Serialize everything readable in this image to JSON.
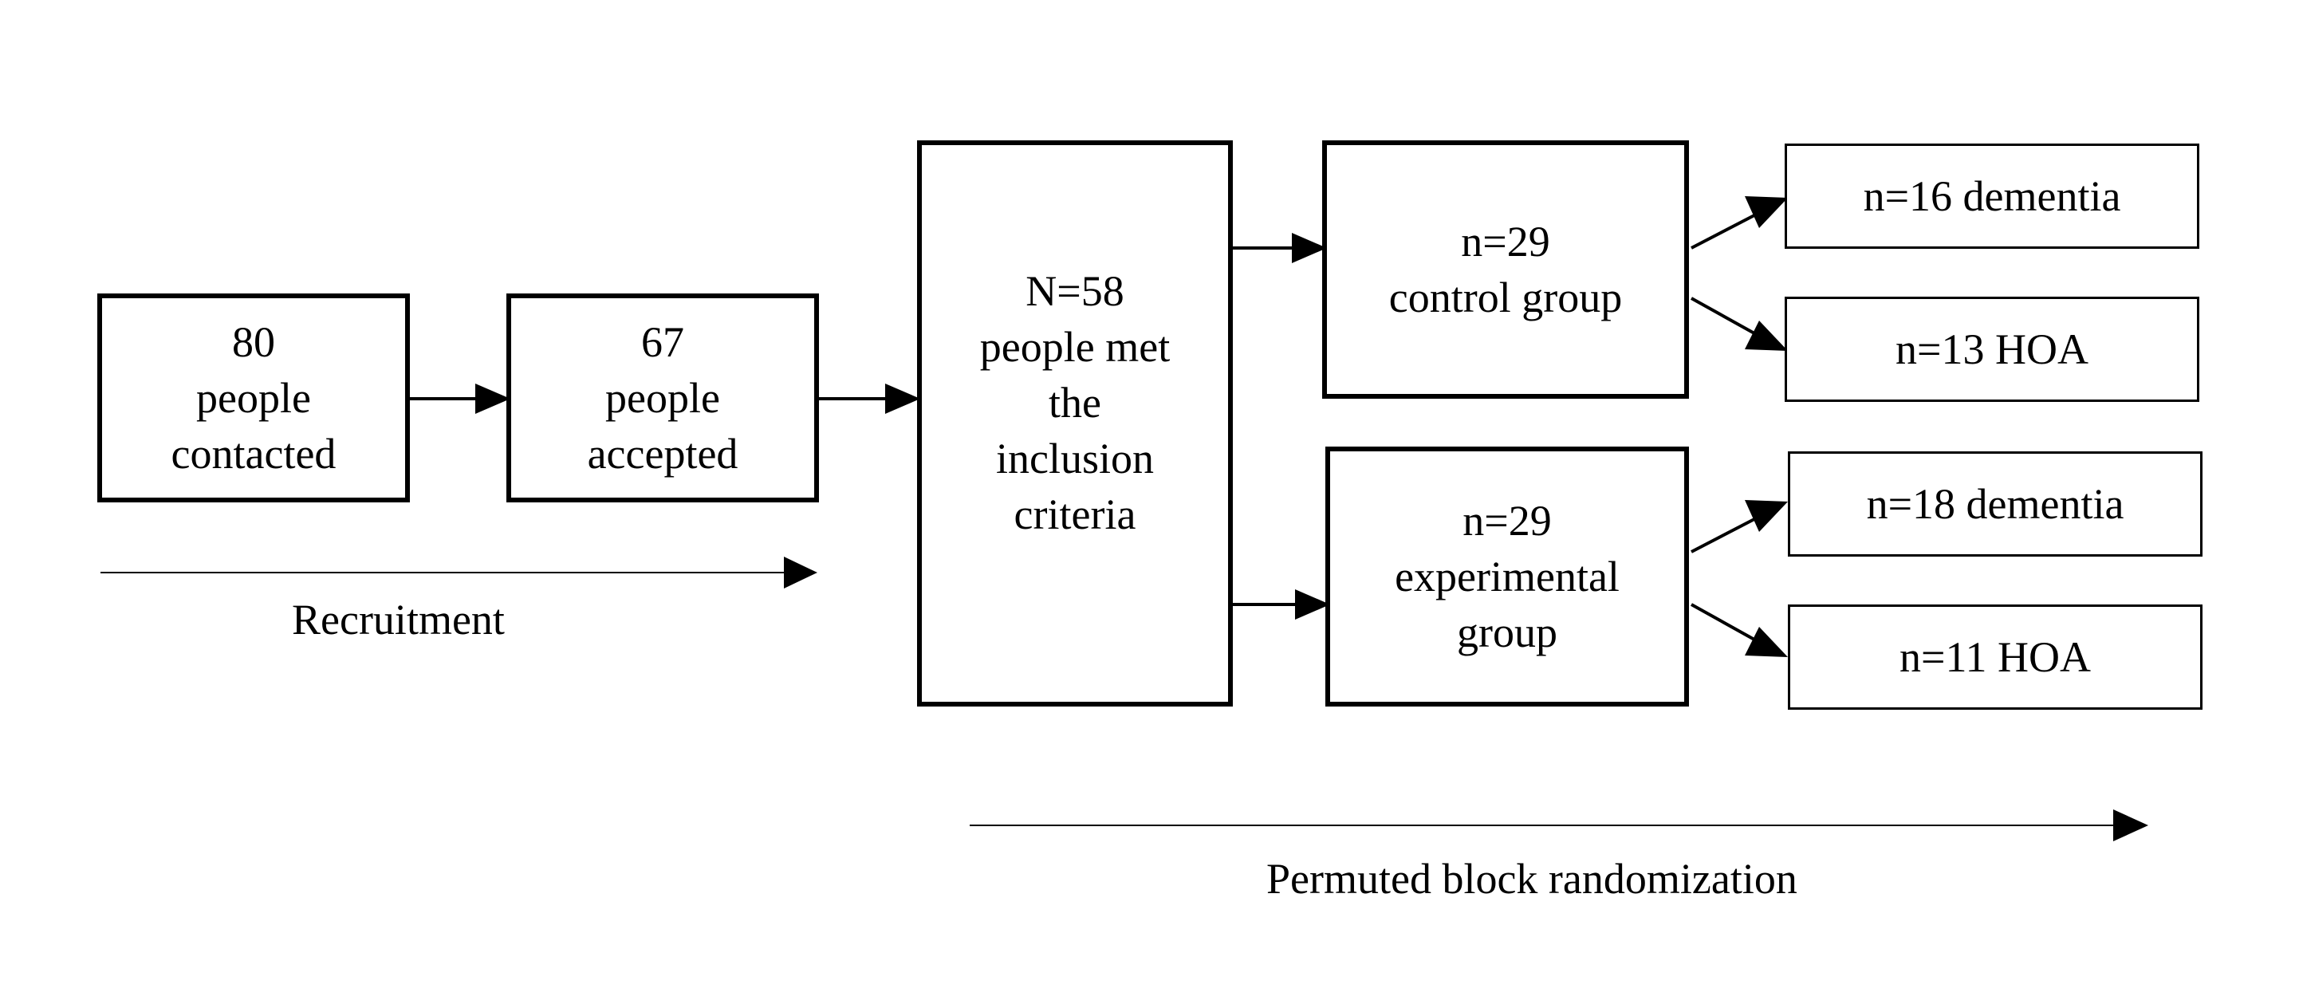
{
  "boxes": {
    "contacted": {
      "number": "80",
      "line1": "people",
      "line2": "contacted"
    },
    "accepted": {
      "number": "67",
      "line1": "people",
      "line2": "accepted"
    },
    "inclusion": {
      "number": "N=58",
      "line1": "people met",
      "line2": "the",
      "line3": "inclusion",
      "line4": "criteria"
    },
    "control": {
      "number": "n=29",
      "line1": "control group"
    },
    "experimental": {
      "number": "n=29",
      "line1": "experimental",
      "line2": "group"
    },
    "control_dementia": {
      "label": "n=16 dementia"
    },
    "control_hoa": {
      "label": "n=13 HOA"
    },
    "experimental_dementia": {
      "label": "n=18 dementia"
    },
    "experimental_hoa": {
      "label": "n=11 HOA"
    }
  },
  "phases": {
    "recruitment": "Recruitment",
    "randomization": "Permuted block randomization"
  },
  "colors": {
    "stroke": "#000000",
    "background": "#ffffff"
  }
}
